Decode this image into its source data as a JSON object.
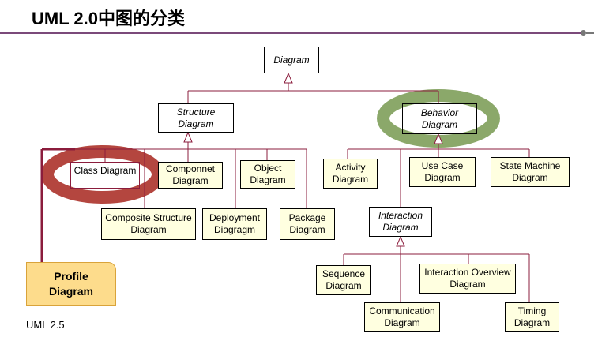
{
  "slide": {
    "title": "UML 2.0中图的分类",
    "footnote": "UML 2.5"
  },
  "nodes": {
    "diagram": "Diagram",
    "structure": "Structure\nDiagram",
    "behavior": "Behavior\nDiagram",
    "class": "Class Diagram",
    "componnet": "Componnet\nDiagram",
    "object": "Object\nDiagram",
    "composite": "Composite Structure\nDiagram",
    "deployment": "Deployment\nDiagragm",
    "package": "Package\nDiagram",
    "activity": "Activity\nDiagram",
    "usecase": "Use Case\nDiagram",
    "statemachine": "State Machine\nDiagram",
    "interaction": "Interaction\nDiagram",
    "sequence": "Sequence\nDiagram",
    "interaction_overview": "Interaction Overview\nDiagram",
    "communication": "Communication\nDiagram",
    "timing": "Timing\nDiagram",
    "profile": "Profile\nDiagram"
  },
  "colors": {
    "connector": "#8b1c3c",
    "profile_fill": "#fddc8c",
    "class_ellipse": "#b4463f",
    "behavior_ellipse": "#8ba86a"
  }
}
